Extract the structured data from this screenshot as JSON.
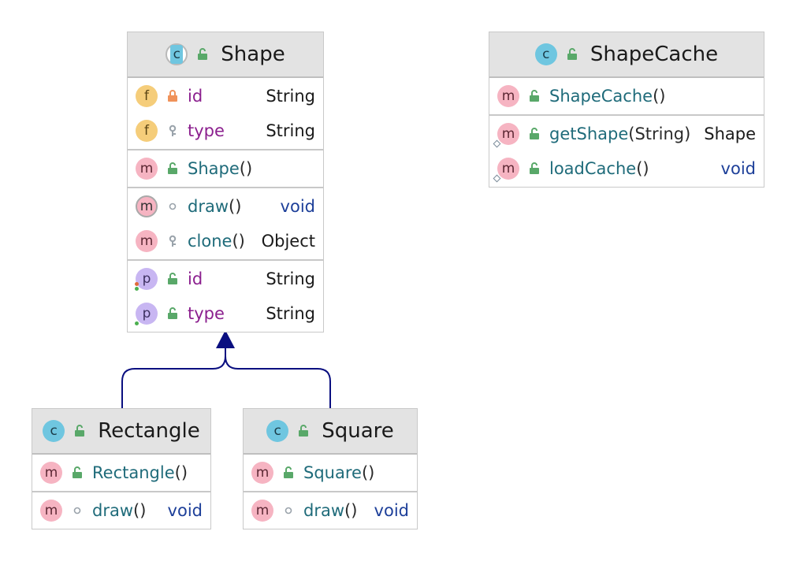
{
  "classes": {
    "shape": {
      "name": "Shape",
      "fields": [
        {
          "name": "id",
          "type": "String",
          "icon": "f",
          "visibility": "private"
        },
        {
          "name": "type",
          "type": "String",
          "icon": "f",
          "visibility": "protected"
        }
      ],
      "constructors": [
        {
          "name": "Shape",
          "params": "()",
          "icon": "m",
          "visibility": "public"
        }
      ],
      "methods": [
        {
          "name": "draw",
          "params": "()",
          "type": "void",
          "icon": "m",
          "visibility": "package",
          "abstract": true
        },
        {
          "name": "clone",
          "params": "()",
          "type": "Object",
          "icon": "m",
          "visibility": "protected"
        }
      ],
      "properties": [
        {
          "name": "id",
          "type": "String",
          "icon": "p",
          "visibility": "public"
        },
        {
          "name": "type",
          "type": "String",
          "icon": "p",
          "visibility": "public"
        }
      ]
    },
    "shape_cache": {
      "name": "ShapeCache",
      "constructors": [
        {
          "name": "ShapeCache",
          "params": "()",
          "icon": "m",
          "visibility": "public"
        }
      ],
      "methods": [
        {
          "name": "getShape",
          "params": "(String)",
          "type": "Shape",
          "icon": "m",
          "visibility": "public",
          "static": true
        },
        {
          "name": "loadCache",
          "params": "()",
          "type": "void",
          "icon": "m",
          "visibility": "public",
          "static": true
        }
      ]
    },
    "rectangle": {
      "name": "Rectangle",
      "constructors": [
        {
          "name": "Rectangle",
          "params": "()",
          "icon": "m",
          "visibility": "public"
        }
      ],
      "methods": [
        {
          "name": "draw",
          "params": "()",
          "type": "void",
          "icon": "m",
          "visibility": "package"
        }
      ]
    },
    "square": {
      "name": "Square",
      "constructors": [
        {
          "name": "Square",
          "params": "()",
          "icon": "m",
          "visibility": "public"
        }
      ],
      "methods": [
        {
          "name": "draw",
          "params": "()",
          "type": "void",
          "icon": "m",
          "visibility": "package"
        }
      ]
    }
  },
  "relations": [
    {
      "from": "Rectangle",
      "to": "Shape",
      "kind": "inheritance"
    },
    {
      "from": "Square",
      "to": "Shape",
      "kind": "inheritance"
    }
  ],
  "colors": {
    "arrow": "#0a0f80",
    "field_name": "#8b1f8e",
    "method_name": "#1f6b7a",
    "void_type": "#1d3f99",
    "header_bg": "#e3e3e3"
  }
}
